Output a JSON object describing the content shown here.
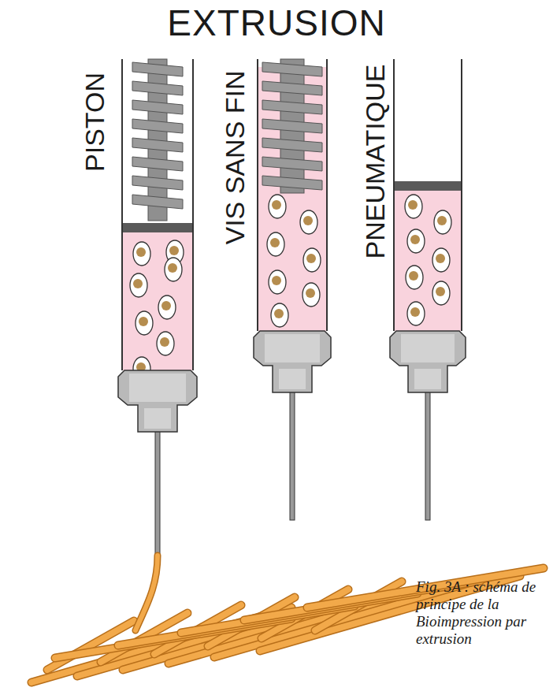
{
  "diagram": {
    "title": "EXTRUSION",
    "caption": "Fig. 3A : schéma de principe de la Bioimpression par extrusion",
    "labels": [
      "PISTON",
      "VIS SANS FIN",
      "PNEUMATIQUE"
    ]
  }
}
